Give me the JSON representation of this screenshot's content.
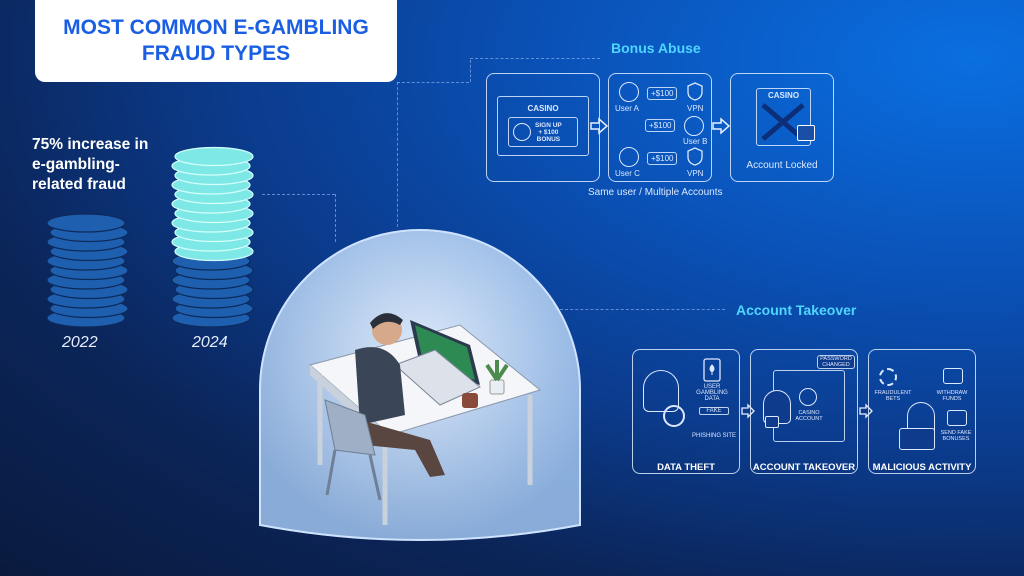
{
  "title": {
    "line1": "MOST COMMON E-GAMBLING",
    "line2": "FRAUD TYPES"
  },
  "stat": {
    "text": "75% increase in e-gambling-related fraud",
    "increase_percent": 75
  },
  "coin_stacks": [
    {
      "year": "2022"
    },
    {
      "year": "2024"
    }
  ],
  "bonus_abuse": {
    "title": "Bonus Abuse",
    "casino_label": "CASINO",
    "signup_text": [
      "SIGN UP",
      "+ $100",
      "BONUS"
    ],
    "users": [
      {
        "label": "User A",
        "bonus": "+$100",
        "vpn": "VPN"
      },
      {
        "label": "User B",
        "bonus": "+$100"
      },
      {
        "label": "User C",
        "bonus": "+$100",
        "vpn": "VPN"
      }
    ],
    "locked_casino_label": "CASINO",
    "locked_label": "Account Locked",
    "caption": "Same user / Multiple Accounts"
  },
  "account_takeover": {
    "title": "Account Takeover",
    "steps": [
      {
        "label": "DATA THEFT",
        "items": [
          "USER GAMBLING DATA",
          "FAKE",
          "PHISHING SITE"
        ]
      },
      {
        "label": "ACCOUNT TAKEOVER",
        "items": [
          "PASSWORD CHANGED",
          "CASINO ACCOUNT"
        ]
      },
      {
        "label": "MALICIOUS ACTIVITY",
        "items": [
          "FRAUDULENT BETS",
          "WITHDRAW FUNDS",
          "SEND FAKE BONUSES"
        ]
      }
    ]
  },
  "colors": {
    "accent": "#4fd6ff",
    "title_blue": "#1a5fe3",
    "coin_dark": "#1f5fb0",
    "coin_teal": "#7ee8e6"
  }
}
